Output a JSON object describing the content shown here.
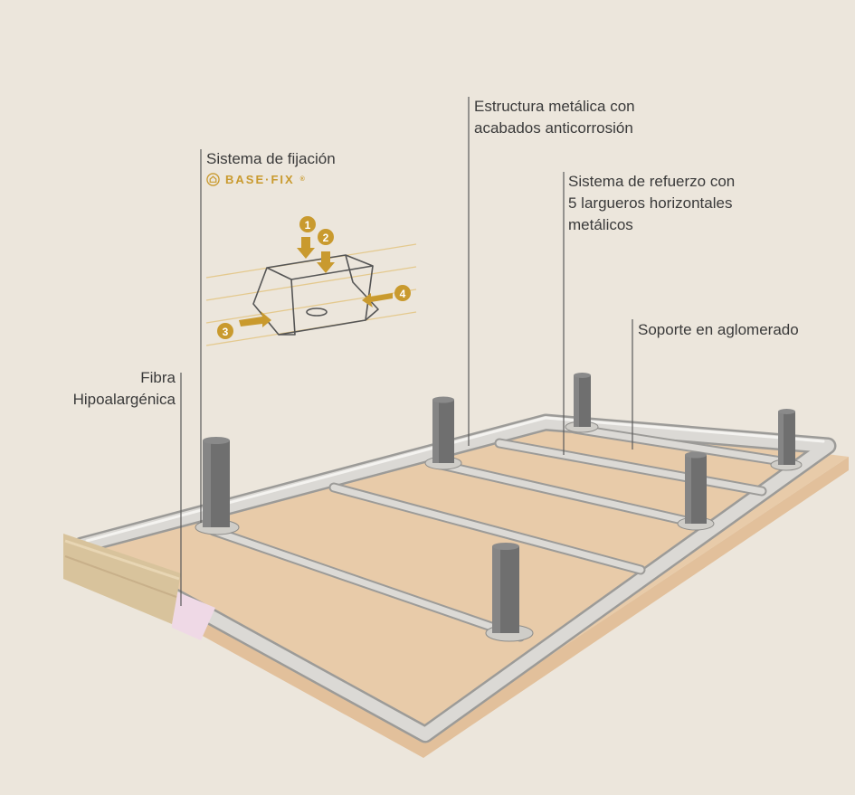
{
  "labels": {
    "fijacion": "Sistema de fijación",
    "estructura": [
      "Estructura metálica con",
      "acabados anticorrosión"
    ],
    "refuerzo": [
      "Sistema de refuerzo con",
      "5 largueros horizontales",
      "metálicos"
    ],
    "soporte": "Soporte en aglomerado",
    "fibra": [
      "Fibra",
      "Hipoalargénica"
    ]
  },
  "brand": {
    "text": "BASE·FIX",
    "mark": "®"
  },
  "steps": [
    "1",
    "2",
    "3",
    "4"
  ],
  "colors": {
    "background": "#ece6dc",
    "board": "#e8cba9",
    "frame": "#d8d6d2",
    "legs": "#6f6f6f",
    "accent": "#c99a2e",
    "fiber": "#efd9e6",
    "wood": "#d8c39c"
  }
}
